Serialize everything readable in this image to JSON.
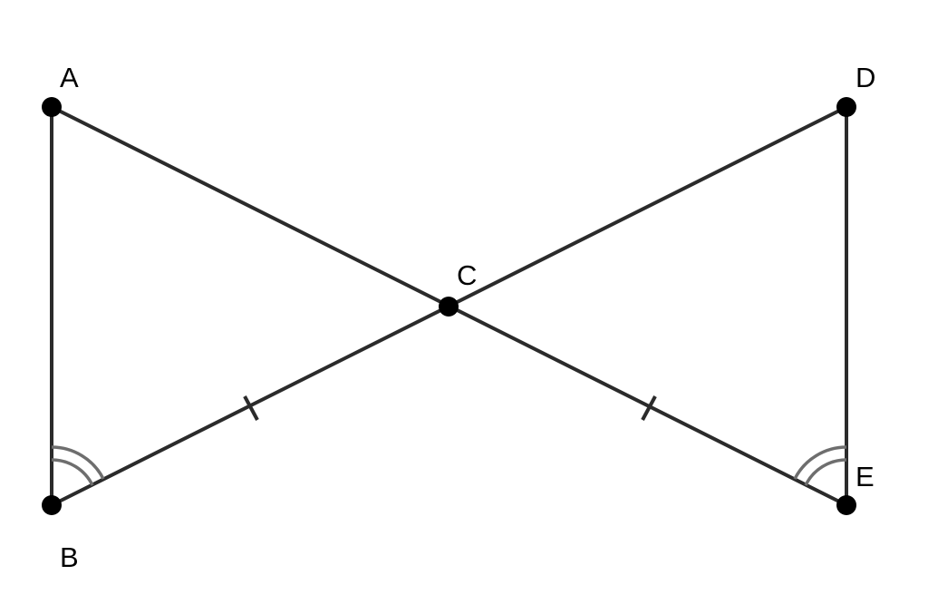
{
  "diagram": {
    "type": "geometry",
    "colors": {
      "segment": "#2b2b2b",
      "angle_mark": "#6e6e6e",
      "point": "#000000",
      "background": "#ffffff"
    },
    "points": [
      {
        "id": "A",
        "label": "A"
      },
      {
        "id": "B",
        "label": "B"
      },
      {
        "id": "C",
        "label": "C"
      },
      {
        "id": "D",
        "label": "D"
      },
      {
        "id": "E",
        "label": "E"
      }
    ],
    "segments": [
      {
        "from": "A",
        "to": "B"
      },
      {
        "from": "A",
        "to": "E"
      },
      {
        "from": "B",
        "to": "D"
      },
      {
        "from": "D",
        "to": "E"
      }
    ],
    "congruence_marks": [
      {
        "segment": [
          "B",
          "C"
        ],
        "ticks": 1
      },
      {
        "segment": [
          "C",
          "E"
        ],
        "ticks": 1
      }
    ],
    "angle_marks": [
      {
        "vertex": "B",
        "between": [
          "A",
          "C"
        ],
        "arcs": 2
      },
      {
        "vertex": "E",
        "between": [
          "D",
          "C"
        ],
        "arcs": 2
      }
    ]
  }
}
